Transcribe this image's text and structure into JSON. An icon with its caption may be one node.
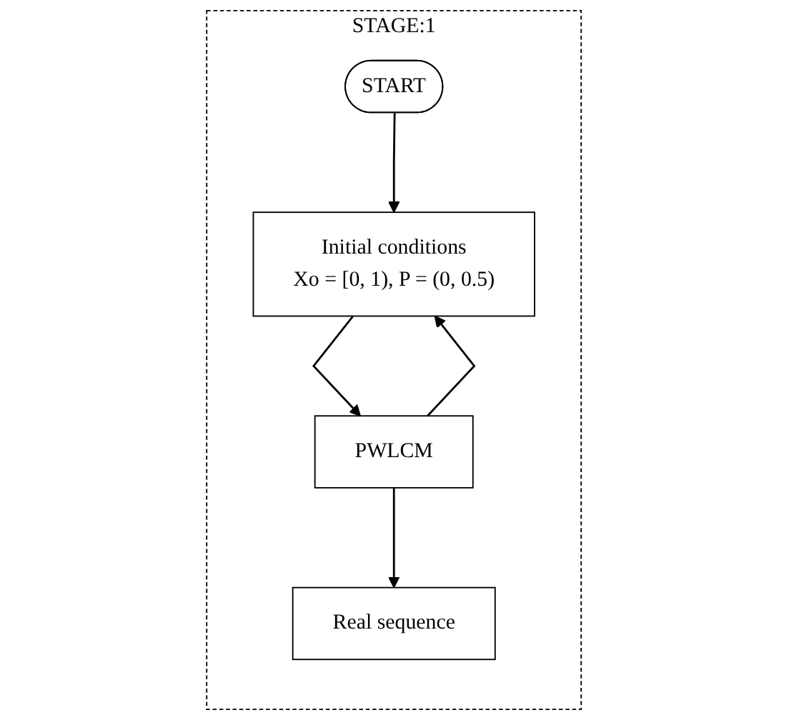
{
  "diagram": {
    "nodes": [
      {
        "text": [
          "STAGE:1"
        ]
      },
      {
        "text": [
          "START"
        ],
        "in": 0
      },
      {
        "text": [
          "Initial conditions",
          "Xo = [0, 1), P = (0, 0.5)"
        ],
        "in": 0
      },
      {
        "text": [
          "PWLCM"
        ],
        "in": 0
      },
      {
        "text": [
          "Real sequence"
        ],
        "in": 0
      }
    ],
    "edges": [
      {
        "from": 1,
        "to": 2,
        "arrow": "to"
      },
      {
        "from": 2,
        "to": 3,
        "arrow": "to"
      },
      {
        "from": 3,
        "to": 2,
        "arrow": "to"
      },
      {
        "from": 3,
        "to": 4,
        "arrow": "to"
      }
    ]
  }
}
